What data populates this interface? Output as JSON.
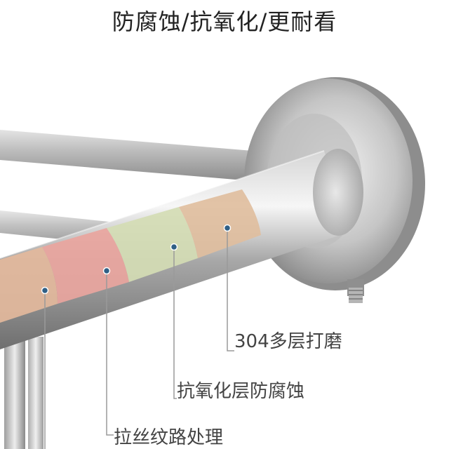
{
  "headline": "防腐蚀/抗氧化/更耐看",
  "callouts": [
    {
      "text": "304多层打磨"
    },
    {
      "text": "抗氧化层防腐蚀"
    },
    {
      "text": "拉丝纹路处理"
    }
  ],
  "layer_colors": [
    "#e3b99c",
    "#e9a59e",
    "#d4dcb4",
    "#dfbe9e"
  ],
  "accent_dot_color": "#2f5f86"
}
